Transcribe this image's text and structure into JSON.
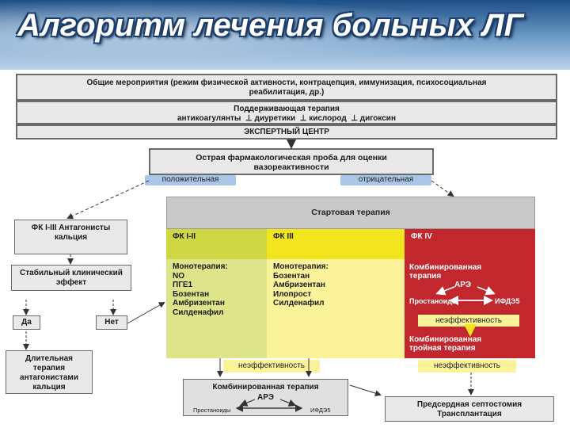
{
  "title": "Алгоритм лечения больных ЛГ",
  "top": {
    "general": "Общие мероприятия (режим физической активности, контрацепция, иммунизация, психосоциальная реабилитация, др.)",
    "supportive_title": "Поддерживающая терапия",
    "supportive_items": "антикоагулянты  ⊥ диуретики  ⊥ кислород  ⊥ дигоксин",
    "expert": "ЭКСПЕРТНЫЙ  ЦЕНТР"
  },
  "test": {
    "title": "Острая фармакологическая проба для оценки вазореактивности",
    "positive": "положительная",
    "negative": "отрицательная"
  },
  "left": {
    "fk_box": "ФК I-III Антагонисты кальция",
    "stable": "Стабильный клинический эффект",
    "yes": "Да",
    "no": "Нет",
    "long_term": "Длительная терапия антагонистами кальция"
  },
  "start": {
    "header": "Стартовая терапия",
    "col1_head": "ФК I-II",
    "col2_head": "ФК III",
    "col3_head": "ФК IV",
    "col1_body": [
      "Монотерапия:",
      "NO",
      "ПГЕ1",
      "Бозентан",
      "Амбризентан",
      "Силденафил"
    ],
    "col2_body": [
      "Монотерапия:",
      "Бозентан",
      "Амбризентан",
      "Илопрост",
      "Силденафил"
    ],
    "col3_combo": "Комбинированная терапия",
    "col3_are": "АРЭ",
    "col3_prost": "Простаноиды",
    "col3_ifde": "ИФДЭ5",
    "col3_ineff": "неэффективность",
    "col3_triple": "Комбинированная тройная терапия"
  },
  "bottom": {
    "ineff_left": "неэффективность",
    "ineff_right": "неэффективность",
    "combo_title": "Комбинированная терапия",
    "combo_are": "АРЭ",
    "combo_prost": "Простаноиды",
    "combo_ifde": "ИФДЭ5",
    "septo": "Предсердная септостомия Трансплантация"
  },
  "colors": {
    "yellow_green": "#cfd844",
    "yellow": "#f3e51d",
    "red": "#c1272d",
    "light_green": "#dde48a",
    "light_yellow": "#fbf39a",
    "grey": "#e9e9e9",
    "blue_bar": "#a9c6e8"
  }
}
